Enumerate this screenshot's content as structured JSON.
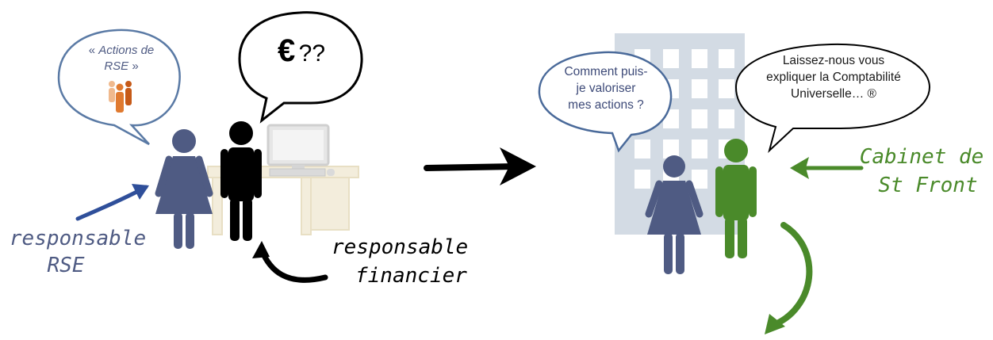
{
  "left_scene": {
    "bubble_rse": {
      "quote_open": "«",
      "line1": "Actions de",
      "line2": "RSE",
      "quote_close": "»"
    },
    "bubble_money": {
      "euro": "€",
      "question": "??"
    },
    "label_rse": {
      "line1": "responsable",
      "line2": "RSE"
    },
    "label_financier": {
      "line1": "responsable",
      "line2": "financier"
    }
  },
  "right_scene": {
    "bubble_question": {
      "line1": "Comment puis-",
      "line2": "je valoriser",
      "line3": "mes actions ?"
    },
    "bubble_answer": {
      "line1": "Laissez-nous vous",
      "line2": "expliquer la Comptabilité",
      "line3": "Universelle… ®"
    },
    "label_cabinet": {
      "line1": "Cabinet de",
      "line2": "St Front"
    }
  },
  "colors": {
    "woman": "#4f5b83",
    "man_left": "#000000",
    "man_right": "#4a8a2a",
    "label_rse": "#4f5b83",
    "label_cabinet": "#4a8a2a",
    "bubble_rse_border": "#5a7aa5",
    "bubble_question_border": "#4a6a9a",
    "bubble_question_text": "#3d4a78",
    "building": "#d3dbe4",
    "desk": "#f3eddc",
    "rse_arrow": "#2f4f9a",
    "cabinet_arrow": "#4a8a2a",
    "people_icon": "#d87a38"
  },
  "icons": [
    "woman-icon",
    "man-icon",
    "computer-icon",
    "desk-icon",
    "building-icon",
    "people-group-icon",
    "arrow-icon"
  ]
}
